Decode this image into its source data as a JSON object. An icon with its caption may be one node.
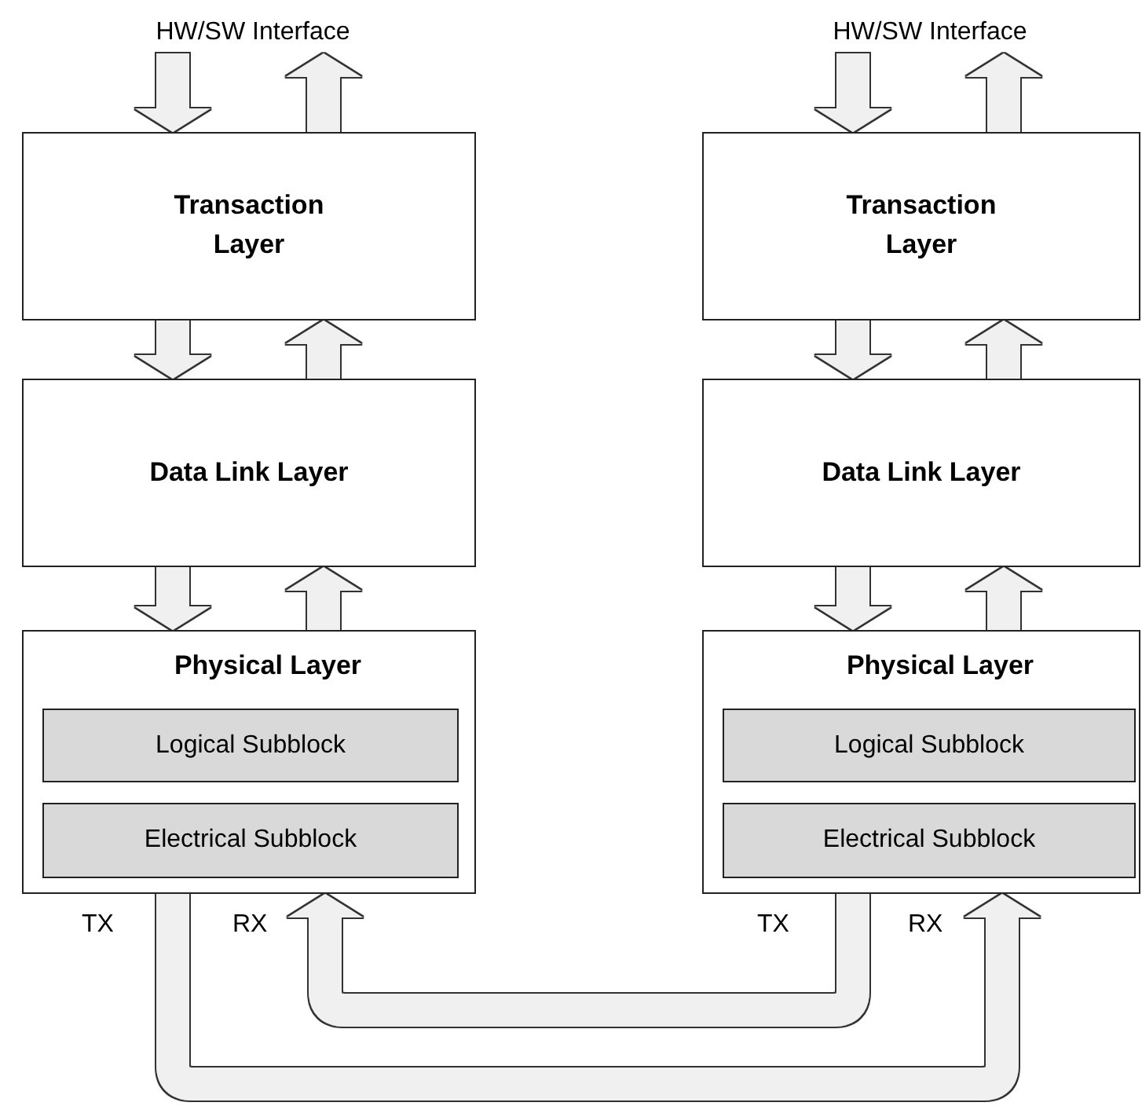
{
  "diagram": {
    "nodes": [
      {
        "text": [
          "HW/SW Interface"
        ]
      },
      {
        "text": [
          "Transaction Layer"
        ]
      },
      {
        "text": [
          "Data Link Layer"
        ]
      },
      {
        "text": [
          "Physical Layer"
        ]
      },
      {
        "text": [
          "Logical Subblock"
        ],
        "in": 3
      },
      {
        "text": [
          "Electrical Subblock"
        ],
        "in": 3
      },
      {
        "text": [
          "HW/SW Interface"
        ]
      },
      {
        "text": [
          "Transaction Layer"
        ]
      },
      {
        "text": [
          "Data Link Layer"
        ]
      },
      {
        "text": [
          "Physical Layer"
        ]
      },
      {
        "text": [
          "Logical Subblock"
        ],
        "in": 9
      },
      {
        "text": [
          "Electrical Subblock"
        ],
        "in": 9
      }
    ],
    "edges": [
      {
        "from": 0,
        "to": 1,
        "arrow": "to"
      },
      {
        "from": 1,
        "to": 0,
        "arrow": "to"
      },
      {
        "from": 1,
        "to": 2,
        "arrow": "to"
      },
      {
        "from": 2,
        "to": 1,
        "arrow": "to"
      },
      {
        "from": 2,
        "to": 3,
        "arrow": "to"
      },
      {
        "from": 3,
        "to": 2,
        "arrow": "to"
      },
      {
        "from": 6,
        "to": 7,
        "arrow": "to"
      },
      {
        "from": 7,
        "to": 6,
        "arrow": "to"
      },
      {
        "from": 7,
        "to": 8,
        "arrow": "to"
      },
      {
        "from": 8,
        "to": 7,
        "arrow": "to"
      },
      {
        "from": 8,
        "to": 9,
        "arrow": "to"
      },
      {
        "from": 9,
        "to": 8,
        "arrow": "to"
      },
      {
        "from": 3,
        "to": 9,
        "arrow": "to"
      },
      {
        "from": 9,
        "to": 3,
        "arrow": "to"
      }
    ],
    "labels": [
      "TX",
      "RX",
      "TX",
      "RX"
    ]
  }
}
